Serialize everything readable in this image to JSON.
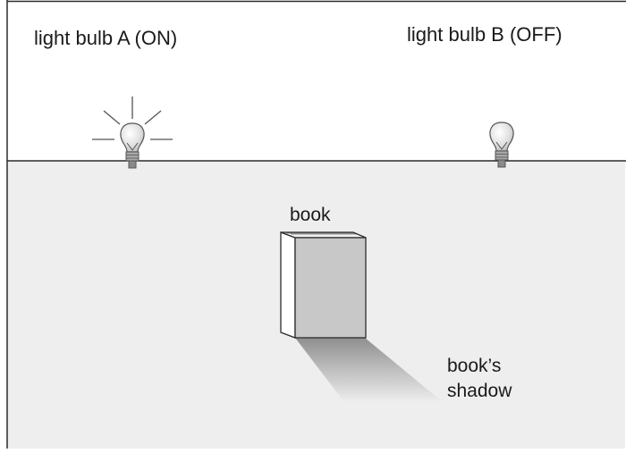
{
  "labels": {
    "bulb_a": "light bulb A (ON)",
    "bulb_b": "light bulb B (OFF)",
    "book": "book",
    "shadow_line1": "book’s",
    "shadow_line2": "shadow"
  },
  "colors": {
    "border": "#2b2b2b",
    "floor": "#eeeeee",
    "wall": "#ffffff",
    "book_front": "#c8c8c8",
    "book_side": "#ffffff",
    "shadow_dark": "#999999",
    "shadow_light": "#eeeeee"
  },
  "bulbs": [
    {
      "name": "A",
      "state": "ON"
    },
    {
      "name": "B",
      "state": "OFF"
    }
  ]
}
